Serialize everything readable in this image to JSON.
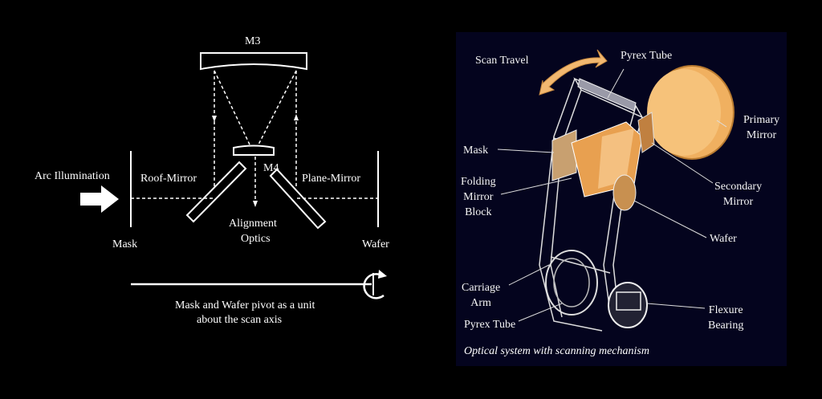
{
  "left_diagram": {
    "m3_label": "M3",
    "m4_label": "M4",
    "arc_illumination": "Arc Illumination",
    "roof_mirror": "Roof-Mirror",
    "plane_mirror": "Plane-Mirror",
    "alignment_optics": [
      "Alignment",
      "Optics"
    ],
    "mask": "Mask",
    "wafer": "Wafer",
    "pivot_caption": [
      "Mask and Wafer pivot as a unit",
      "about the scan axis"
    ]
  },
  "right_diagram": {
    "scan_travel": "Scan Travel",
    "pyrex_tube_top": "Pyrex Tube",
    "primary_mirror": [
      "Primary",
      "Mirror"
    ],
    "mask": "Mask",
    "folding_mirror_block": [
      "Folding",
      "Mirror",
      "Block"
    ],
    "secondary_mirror": [
      "Secondary",
      "Mirror"
    ],
    "wafer": "Wafer",
    "carriage_arm": [
      "Carriage",
      "Arm"
    ],
    "pyrex_tube_bottom": "Pyrex Tube",
    "flexure_bearing": [
      "Flexure",
      "Bearing"
    ],
    "caption": "Optical system with scanning mechanism"
  },
  "colors": {
    "background": "#000000",
    "panel": "#04041e",
    "optic_fill": "#f0b060",
    "line": "#ffffff"
  }
}
